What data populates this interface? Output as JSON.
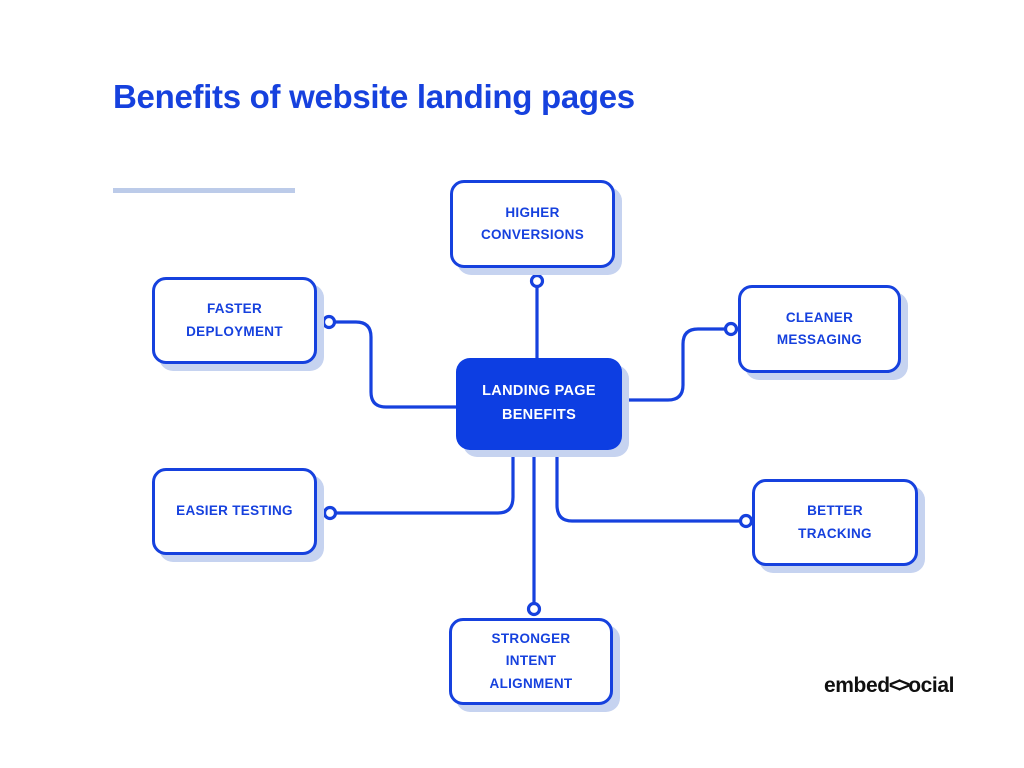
{
  "header": {
    "title": "Benefits of website landing pages"
  },
  "diagram": {
    "center": {
      "id": "landing-page-benefits",
      "label": "LANDING PAGE BENEFITS"
    },
    "nodes": [
      {
        "id": "higher-conversions",
        "label": "HIGHER CONVERSIONS",
        "position": "top"
      },
      {
        "id": "faster-deployment",
        "label": "FASTER DEPLOYMENT",
        "position": "upper-left"
      },
      {
        "id": "cleaner-messaging",
        "label": "CLEANER MESSAGING",
        "position": "upper-right"
      },
      {
        "id": "easier-testing",
        "label": "EASIER TESTING",
        "position": "lower-left"
      },
      {
        "id": "better-tracking",
        "label": "BETTER TRACKING",
        "position": "lower-right"
      },
      {
        "id": "stronger-intent-alignment",
        "label": "STRONGER INTENT ALIGNMENT",
        "position": "bottom"
      }
    ]
  },
  "colors": {
    "accent": "#1641de",
    "fill": "#0d3ee2",
    "shadow": "#c6d3f0",
    "divider": "#bccbe9",
    "ink": "#101010"
  },
  "logo": {
    "prefix": "embed",
    "glyph": "<>",
    "suffix": "ocial"
  }
}
